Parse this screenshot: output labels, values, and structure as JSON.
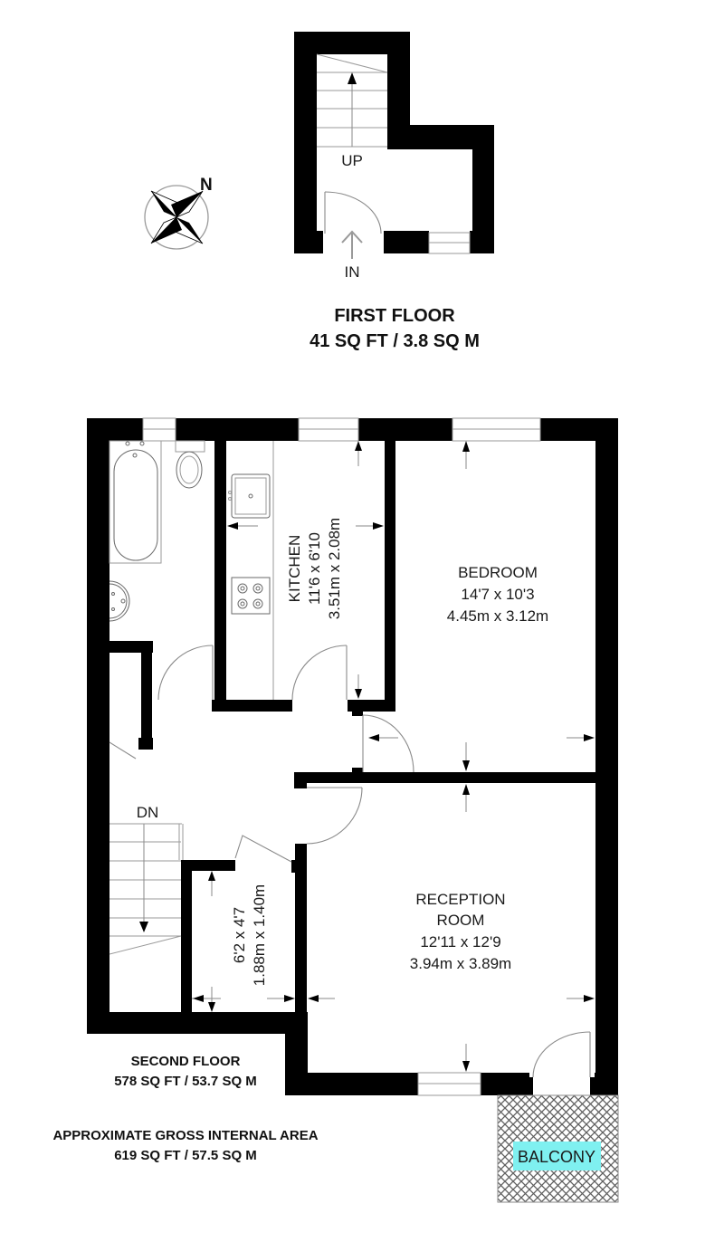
{
  "compass": {
    "north_label": "N"
  },
  "first_floor": {
    "title": "FIRST FLOOR",
    "area": "41 SQ FT / 3.8 SQ M",
    "stair_label": "UP",
    "entry_label": "IN"
  },
  "second_floor": {
    "title": "SECOND FLOOR",
    "area": "578 SQ FT / 53.7 SQ M",
    "stair_label": "DN",
    "rooms": {
      "kitchen": {
        "name": "KITCHEN",
        "imperial": "11'6 x 6'10",
        "metric": "3.51m x 2.08m"
      },
      "bedroom": {
        "name": "BEDROOM",
        "imperial": "14'7 x 10'3",
        "metric": "4.45m x 3.12m"
      },
      "reception": {
        "name_line1": "RECEPTION",
        "name_line2": "ROOM",
        "imperial": "12'11 x 12'9",
        "metric": "3.94m x 3.89m"
      },
      "storage": {
        "imperial": "6'2 x 4'7",
        "metric": "1.88m x 1.40m"
      },
      "balcony": {
        "name": "BALCONY",
        "highlight_color": "#7ff0f0"
      }
    }
  },
  "total": {
    "title": "APPROXIMATE GROSS INTERNAL AREA",
    "area": "619 SQ FT / 57.5 SQ M"
  },
  "colors": {
    "wall": "#000000",
    "fixture_line": "#9a9a9a",
    "balcony_hatch": "#6b6b6b",
    "balcony_label_bg": "#7ff0f0"
  }
}
